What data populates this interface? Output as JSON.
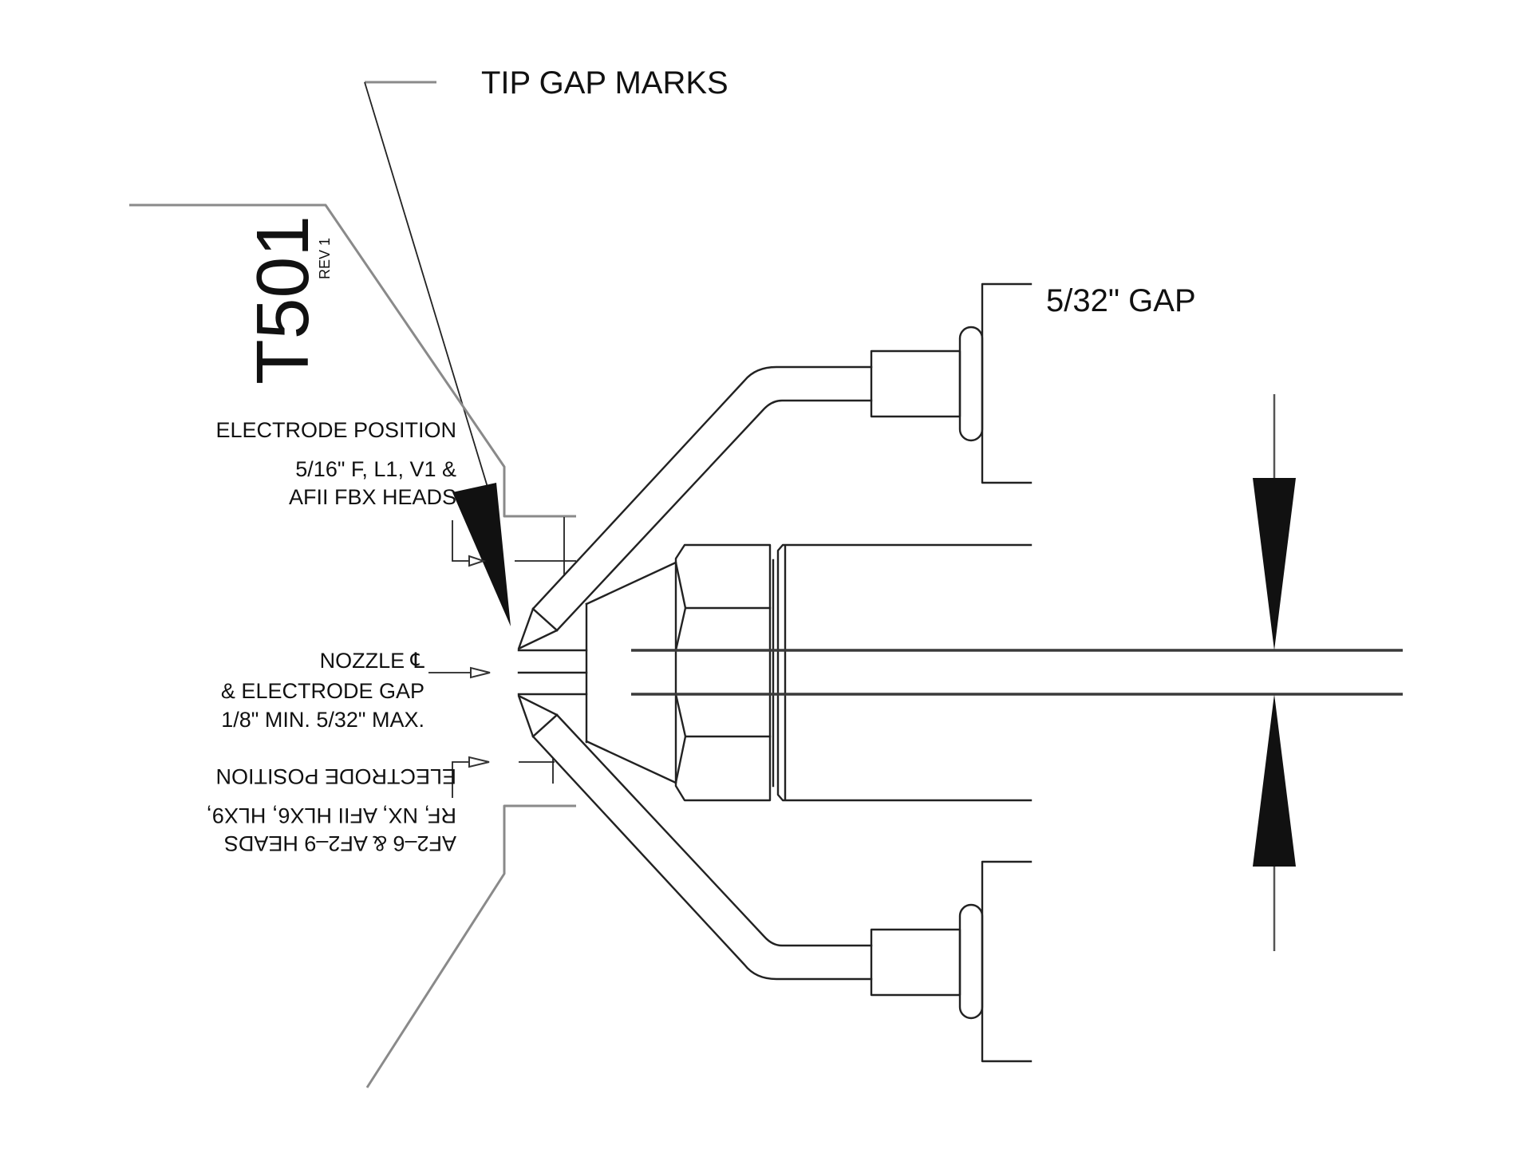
{
  "diagram": {
    "part_number": "T501",
    "revision": "REV 1",
    "labels": {
      "tip_gap_marks": "TIP GAP MARKS",
      "terminal_gap": "5/32\" GAP",
      "upper_position_title": "ELECTRODE POSITION",
      "upper_position_line1": "5/16\" F, L1, V1 &",
      "upper_position_line2": "AFII FBX HEADS",
      "nozzle_line1": "NOZZLE ℄",
      "nozzle_line2": "& ELECTRODE GAP",
      "nozzle_line3": "1/8\" MIN. 5/32\" MAX.",
      "lower_position_title": "ELECTRODE POSITION",
      "lower_position_line1": "RF, NX, AFII HLX6, HLX9,",
      "lower_position_line2": "AF2–6 & AF2–9 HEADS"
    },
    "components": [
      "upper-electrode",
      "lower-electrode",
      "upper-terminal",
      "lower-terminal",
      "nozzle-hex-nut",
      "nozzle-adapter-body",
      "electrode-gap-dimension"
    ]
  }
}
